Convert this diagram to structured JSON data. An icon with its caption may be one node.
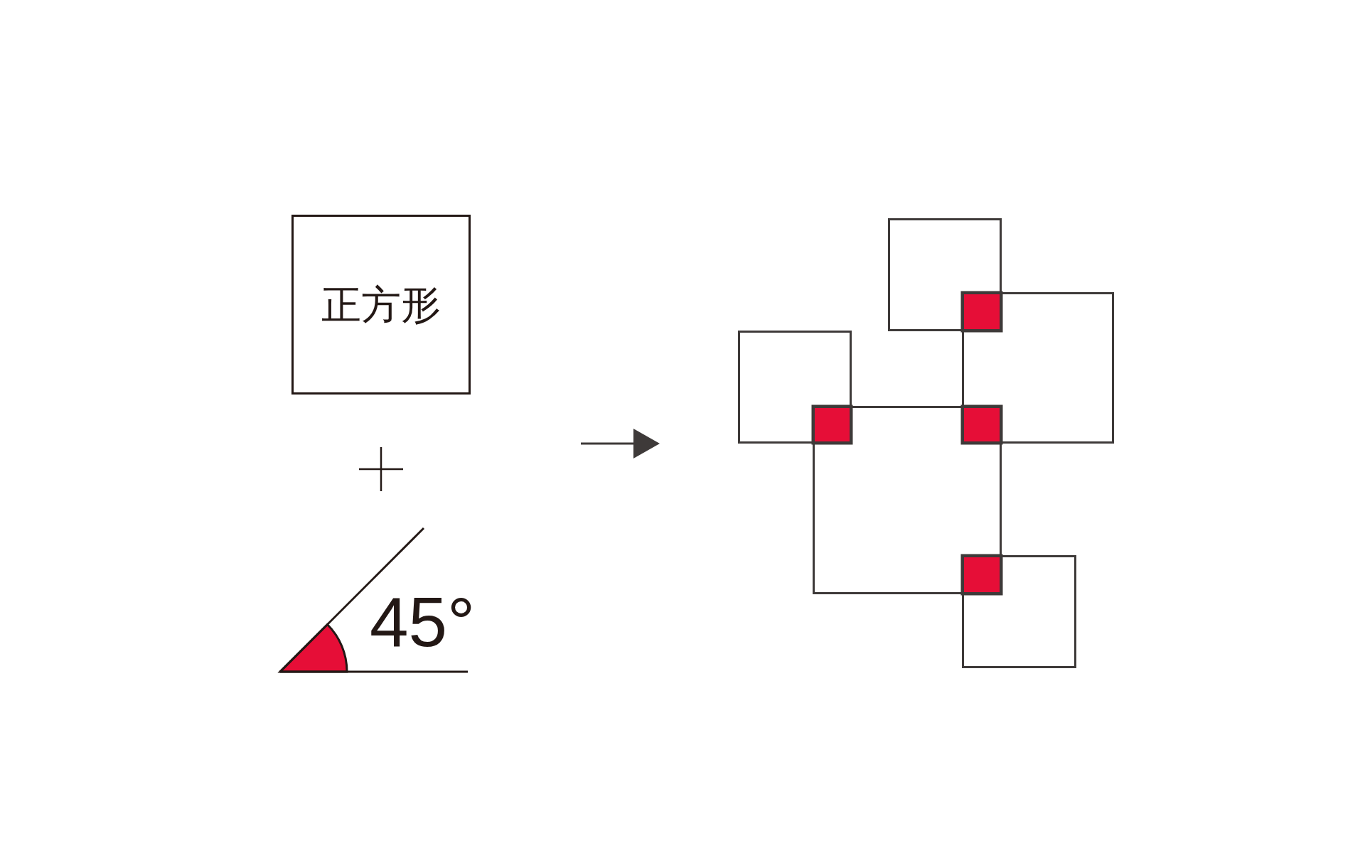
{
  "diagram": {
    "nodes": [
      {
        "text": [
          "正方形"
        ]
      },
      {
        "text": [],
        "shape": "box"
      },
      {
        "text": [],
        "shape": "box"
      },
      {
        "text": [],
        "shape": "box"
      },
      {
        "text": [],
        "shape": "box"
      },
      {
        "text": [],
        "shape": "box"
      }
    ],
    "labels": [
      "45°"
    ]
  }
}
